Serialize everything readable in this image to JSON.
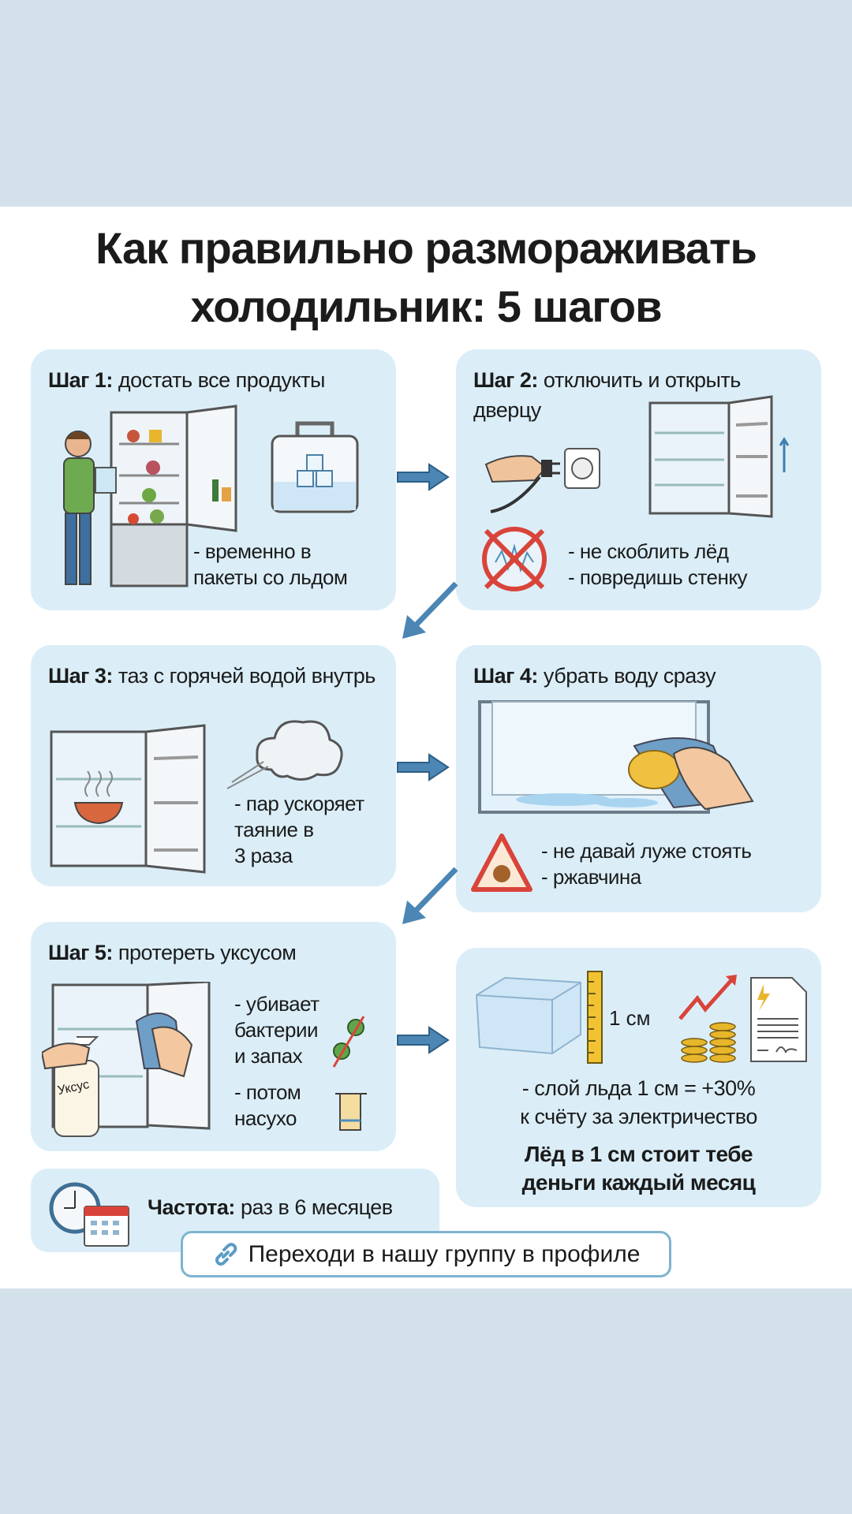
{
  "title": {
    "line1": "Как правильно размораживать",
    "line2": "холодильник: 5 шагов"
  },
  "steps": [
    {
      "label": "Шаг 1:",
      "text": "достать все продукты",
      "notes": [
        "- временно в",
        "пакеты со льдом"
      ]
    },
    {
      "label": "Шаг 2:",
      "text": "отключить и открыть дверцу",
      "notes": [
        "- не скоблить лёд",
        "- повредишь стенку"
      ]
    },
    {
      "label": "Шаг 3:",
      "text": "таз с горячей водой внутрь",
      "notes": [
        "- пар ускоряет",
        "таяние в",
        "3 раза"
      ]
    },
    {
      "label": "Шаг 4:",
      "text": "убрать воду сразу",
      "notes": [
        "- не давай луже стоять",
        "- ржавчина"
      ]
    },
    {
      "label": "Шаг 5:",
      "text": "протереть уксусом",
      "notes": [
        "- убивает",
        "бактерии",
        "и запах",
        "- потом",
        "насухо"
      ],
      "bottle_label": "Уксус"
    }
  ],
  "cost": {
    "ruler_label": "1 см",
    "line1": "- слой льда 1 см = +30%",
    "line2": "к счёту за электричество",
    "bold1": "Лёд в 1 см стоит тебе",
    "bold2": "деньги каждый месяц"
  },
  "frequency": {
    "label": "Частота:",
    "value": "раз в 6 месяцев"
  },
  "cta": {
    "text": "Переходи в нашу группу в профиле",
    "icon": "link-icon"
  },
  "colors": {
    "card": "#dbeef8",
    "arrow": "#3f7fae",
    "danger": "#d9443a"
  }
}
